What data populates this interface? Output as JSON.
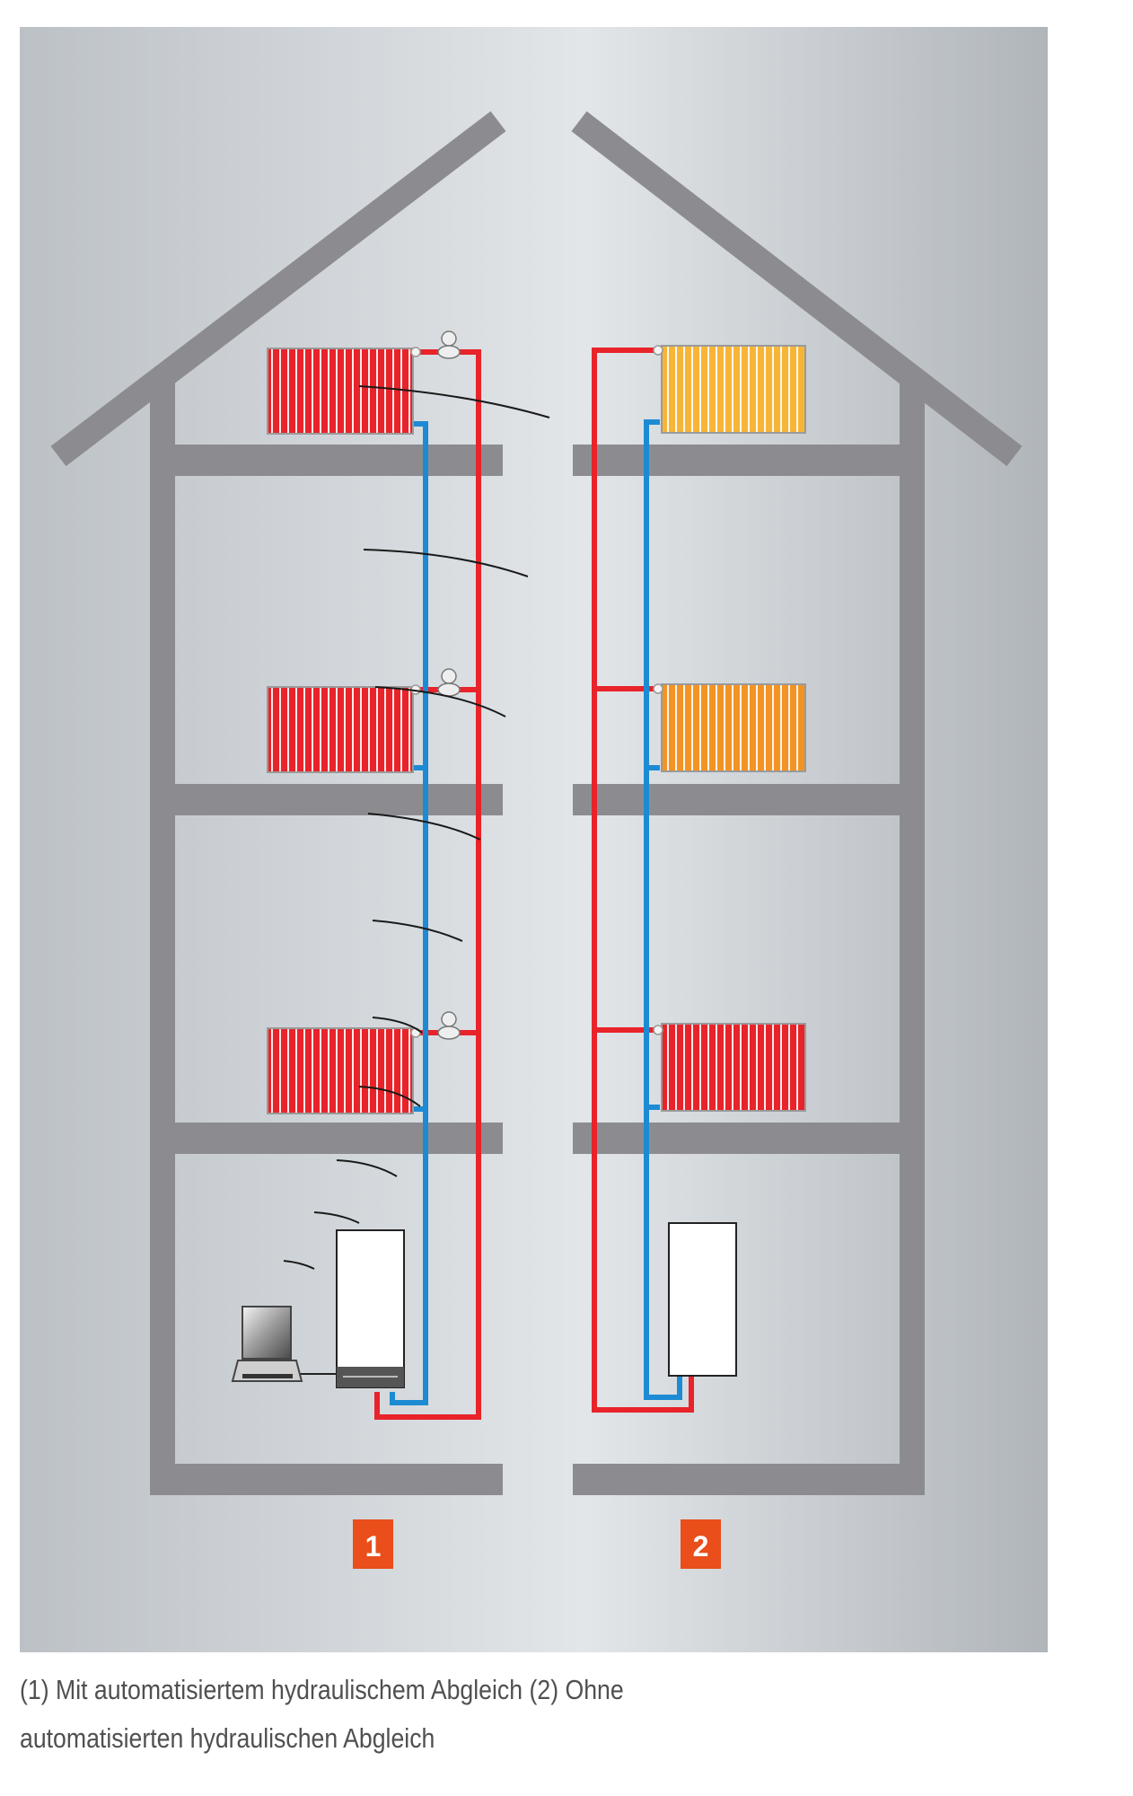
{
  "labels": {
    "system1": "1",
    "system2": "2"
  },
  "caption": {
    "line1": "(1) Mit automatisiertem hydraulischem Abgleich (2) Ohne",
    "line2": "automatisierten hydraulischen Abgleich"
  },
  "colors": {
    "background_light": "#e2e6e9",
    "background_dark": "#b4b9be",
    "house_structure": "#8c8c90",
    "flow_pipe": "#e8232a",
    "return_pipe": "#1d8bd4",
    "label_box": "#e94e1b",
    "radiator_hot": "#e8232a",
    "radiator_warm": "#f39323",
    "radiator_cool": "#f7b538"
  },
  "icons": [
    "thermostatic-valve-icon",
    "laptop-icon",
    "boiler-icon",
    "wireless-signal-icon"
  ]
}
